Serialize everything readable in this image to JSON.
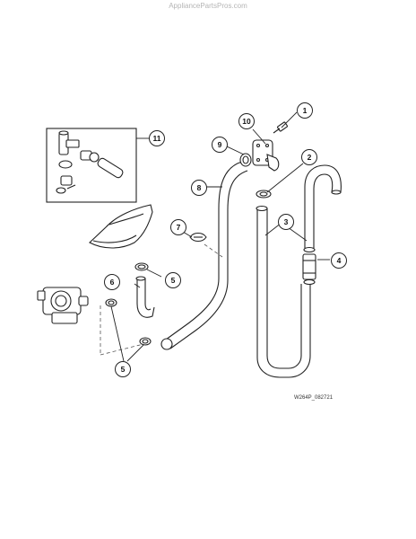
{
  "watermark": "AppliancePartsPros.com",
  "drawing_code": "W264P_082721",
  "callouts": [
    "1",
    "2",
    "3",
    "4",
    "5",
    "6",
    "7",
    "8",
    "9",
    "10",
    "11"
  ]
}
